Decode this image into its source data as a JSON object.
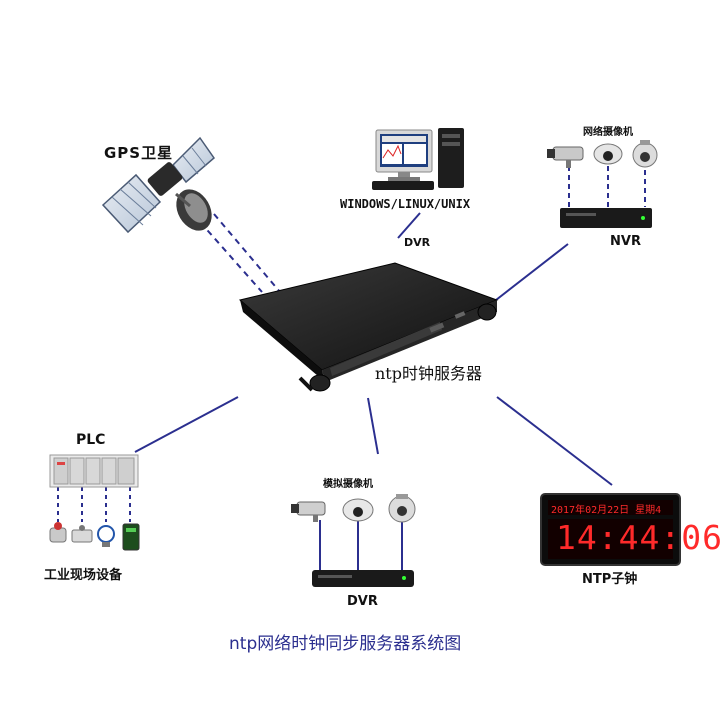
{
  "diagram": {
    "title": "ntp网络时钟同步服务器系统图",
    "center": {
      "label": "ntp时钟服务器",
      "device_tag": "DVR"
    },
    "gps": {
      "label": "GPS卫星"
    },
    "computer": {
      "label": "WINDOWS/LINUX/UNIX"
    },
    "nvr": {
      "top_label": "网络摄像机",
      "label": "NVR"
    },
    "plc": {
      "label": "PLC",
      "bottom_label": "工业现场设备"
    },
    "dvr": {
      "top_label": "模拟摄像机",
      "label": "DVR"
    },
    "clock": {
      "date": "2017年02月22日 星期4",
      "time": "14:44:06",
      "label": "NTP子钟"
    },
    "colors": {
      "link": "#2b2f8f",
      "title": "#2b2f8f",
      "clock_digits": "#ff2a2a",
      "server": "#1a1a1a"
    }
  }
}
